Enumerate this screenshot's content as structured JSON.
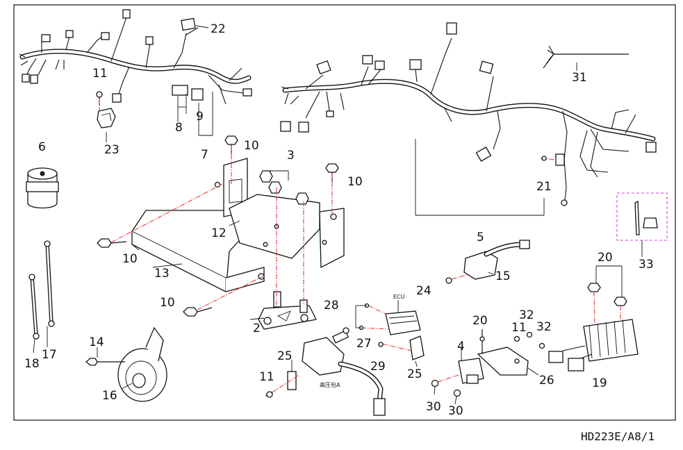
{
  "drawing": {
    "code": "HD223E/A8/1",
    "ecu_label": "ECU",
    "stamp_text": "高压包A"
  },
  "callouts": [
    "2",
    "3",
    "4",
    "5",
    "6",
    "7",
    "8",
    "9",
    "10",
    "10",
    "10",
    "10",
    "11",
    "11",
    "11",
    "12",
    "13",
    "14",
    "15",
    "16",
    "17",
    "18",
    "19",
    "20",
    "20",
    "21",
    "22",
    "23",
    "24",
    "25",
    "25",
    "26",
    "27",
    "28",
    "29",
    "30",
    "30",
    "31",
    "32",
    "32",
    "33"
  ],
  "colors": {
    "line": "#111111",
    "center_line": "#e0393e",
    "optional_box": "#d63fd6",
    "background": "#ffffff"
  }
}
